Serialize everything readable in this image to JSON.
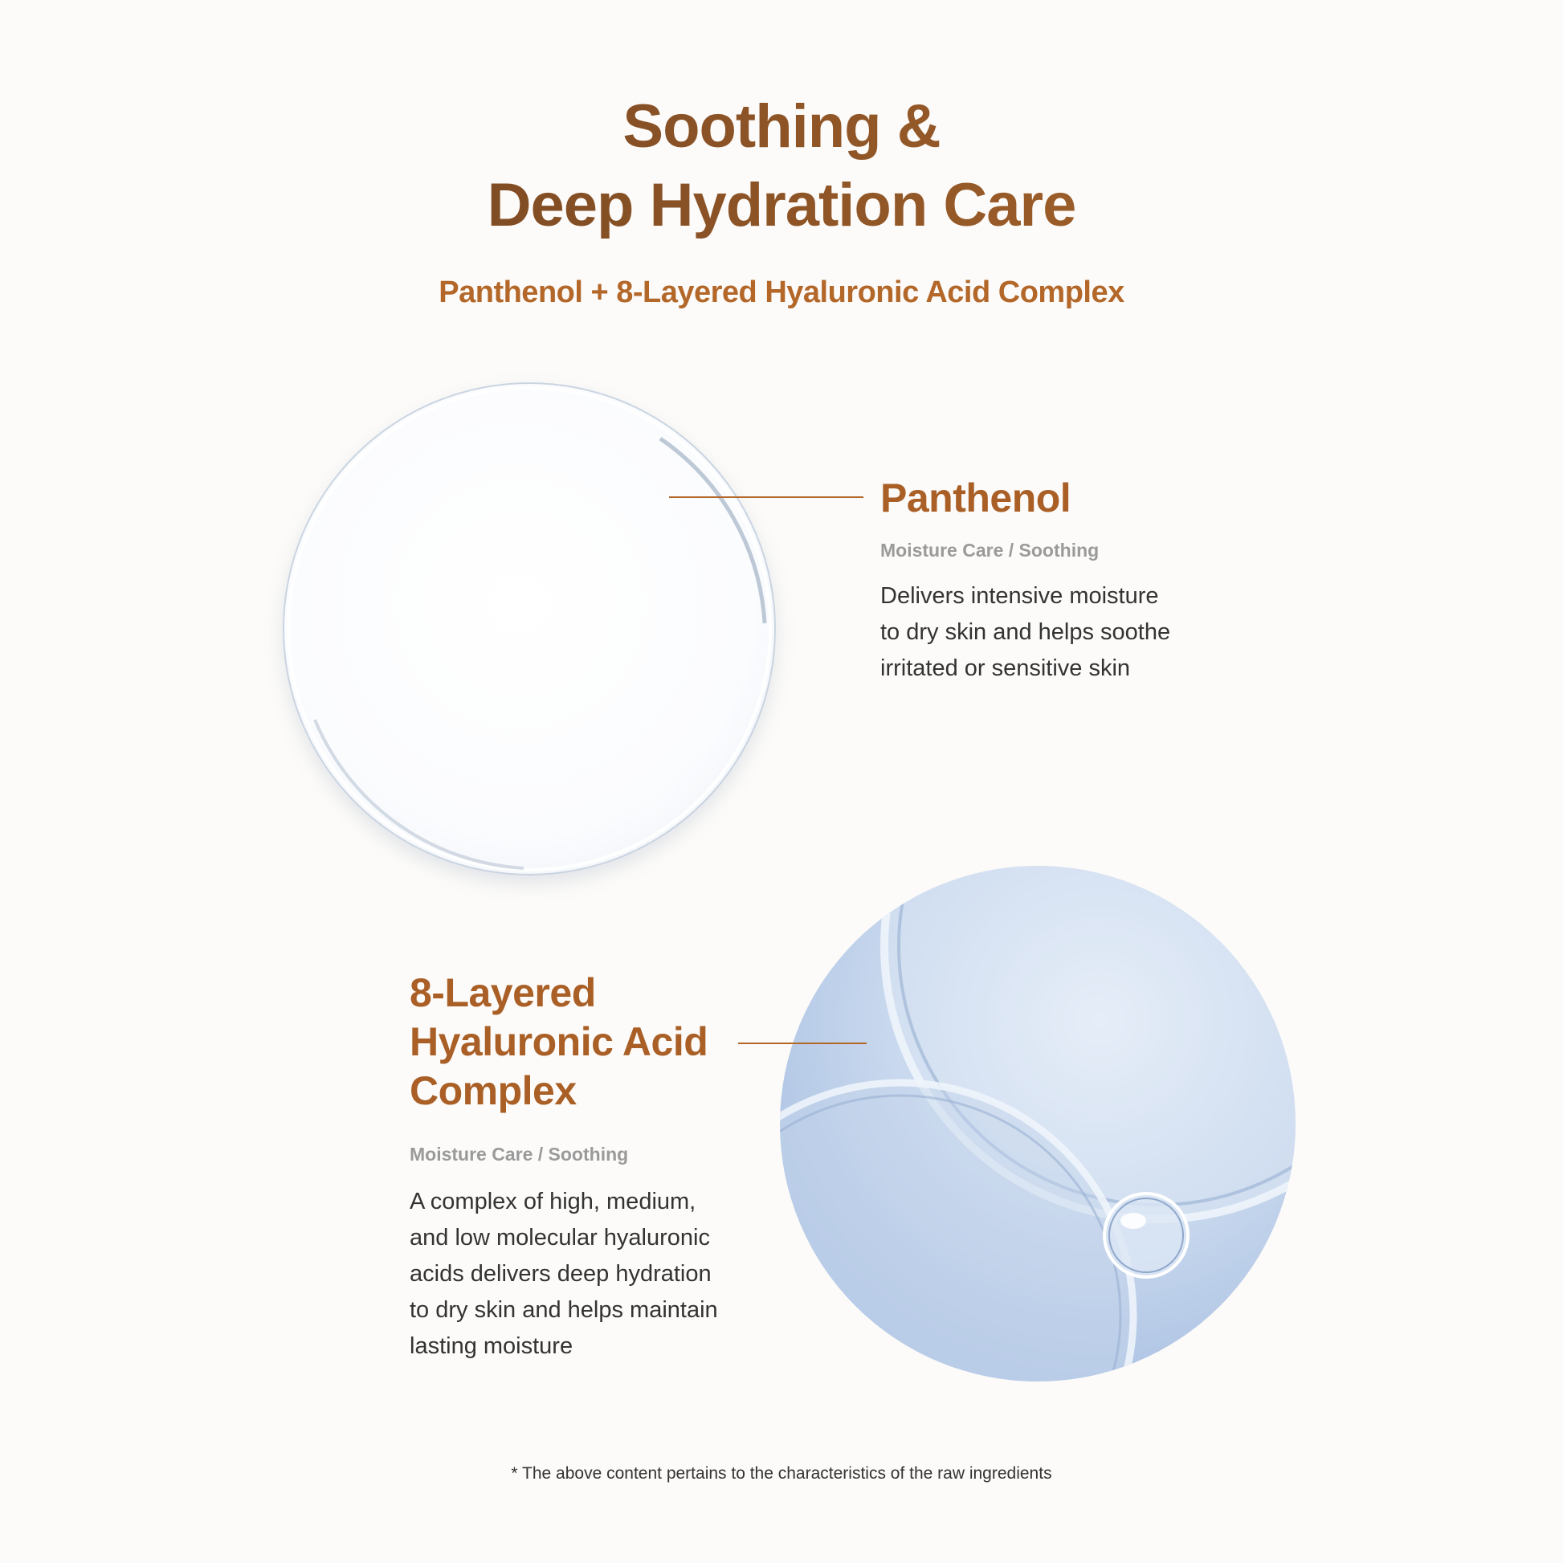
{
  "header": {
    "title_line_1": "Soothing &",
    "title_line_2": "Deep Hydration Care",
    "subtitle": "Panthenol + 8-Layered Hyaluronic Acid Complex"
  },
  "ingredients": [
    {
      "title": "Panthenol",
      "tag": "Moisture Care / Soothing",
      "description": "Delivers intensive moisture\nto dry skin and helps soothe\nirritated or sensitive skin"
    },
    {
      "title": "8-Layered\nHyaluronic Acid\nComplex",
      "tag": "Moisture Care / Soothing",
      "description": "A complex of high, medium,\nand low molecular hyaluronic\nacids delivers deep hydration\nto dry skin and helps maintain\nlasting moisture"
    }
  ],
  "footnote": "* The above content pertains to the characteristics of the raw ingredients",
  "colors": {
    "accent": "#a95f25",
    "title_dark": "#6b4020",
    "body_text": "#333333",
    "tag_gray": "#9a9a9a",
    "background": "#fcfbf9",
    "hyaluronic_blue": "#b3c8e6"
  }
}
